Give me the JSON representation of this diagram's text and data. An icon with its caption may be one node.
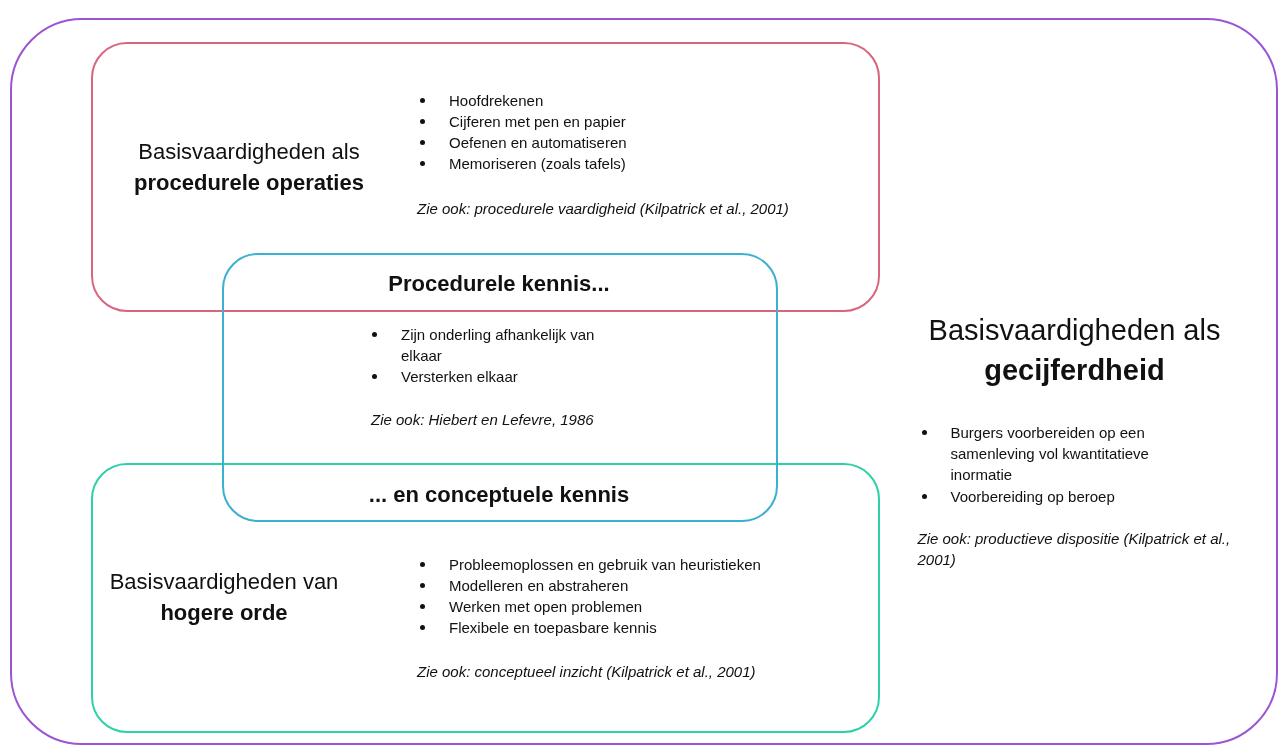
{
  "diagram": {
    "nodes": [
      {
        "text": [
          "Basisvaardigheden als **gecijferdheid**",
          "Burgers voorbereiden op een samenleving vol kwantitatieve inormatie",
          "Voorbereiding op beroep",
          "Zie ook: productieve dispositie (Kilpatrick et al., 2001)"
        ]
      },
      {
        "text": [
          "Basisvaardigheden als **procedurele operaties**",
          "Hoofdrekenen",
          "Cijferen met pen en papier",
          "Oefenen en automatiseren",
          "Memoriseren (zoals tafels)",
          "Zie ook: procedurele vaardigheid (Kilpatrick et al., 2001)"
        ],
        "in": 0
      },
      {
        "text": [
          "Procedurele kennis...",
          "Zijn onderling afhankelijk van elkaar",
          "Versterken elkaar",
          "Zie ook: Hiebert en Lefevre, 1986",
          "... en conceptuele kennis"
        ],
        "in": 0
      },
      {
        "text": [
          "Basisvaardigheden van **hogere orde**",
          "Probleemoplossen en gebruik van heuristieken",
          "Modelleren en abstraheren",
          "Werken met open problemen",
          "Flexibele en toepasbare kennis",
          "Zie ook: conceptueel inzicht (Kilpatrick et al., 2001)"
        ],
        "in": 0
      }
    ]
  }
}
